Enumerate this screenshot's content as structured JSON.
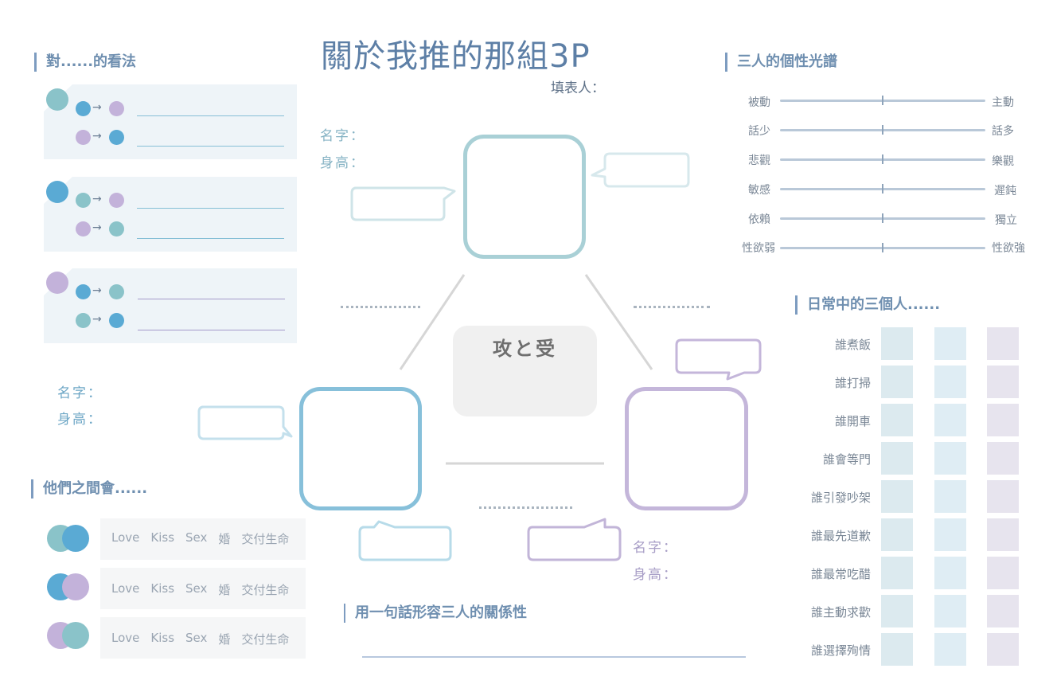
{
  "title": "關於我推的那組3P",
  "filler_label": "填表人：",
  "colors": {
    "teal": "#8ac3c9",
    "blue": "#5aaad4",
    "purple": "#c3b2da",
    "heading": "#6f8fb0"
  },
  "opinions": {
    "heading": "對......的看法",
    "arrow_glyph": "→"
  },
  "characters": {
    "top": {
      "name_label": "名字：",
      "height_label": "身高："
    },
    "left": {
      "name_label": "名字：",
      "height_label": "身高："
    },
    "right": {
      "name_label": "名字：",
      "height_label": "身高："
    }
  },
  "center_label": "攻と受",
  "spectrum": {
    "heading": "三人的個性光譜",
    "rows": [
      {
        "left": "被動",
        "right": "主動"
      },
      {
        "left": "話少",
        "right": "話多"
      },
      {
        "left": "悲觀",
        "right": "樂觀"
      },
      {
        "left": "敏感",
        "right": "遲鈍"
      },
      {
        "left": "依賴",
        "right": "獨立"
      },
      {
        "left": "性欲弱",
        "right": "性欲強"
      }
    ]
  },
  "daily": {
    "heading": "日常中的三個人......",
    "questions": [
      "誰煮飯",
      "誰打掃",
      "誰開車",
      "誰會等門",
      "誰引發吵架",
      "誰最先道歉",
      "誰最常吃醋",
      "誰主動求歡",
      "誰選擇殉情"
    ]
  },
  "relations": {
    "heading": "他們之間會......",
    "words": [
      "Love",
      "Kiss",
      "Sex",
      "婚",
      "交付生命"
    ]
  },
  "summary": {
    "heading": "用一句話形容三人的關係性"
  }
}
